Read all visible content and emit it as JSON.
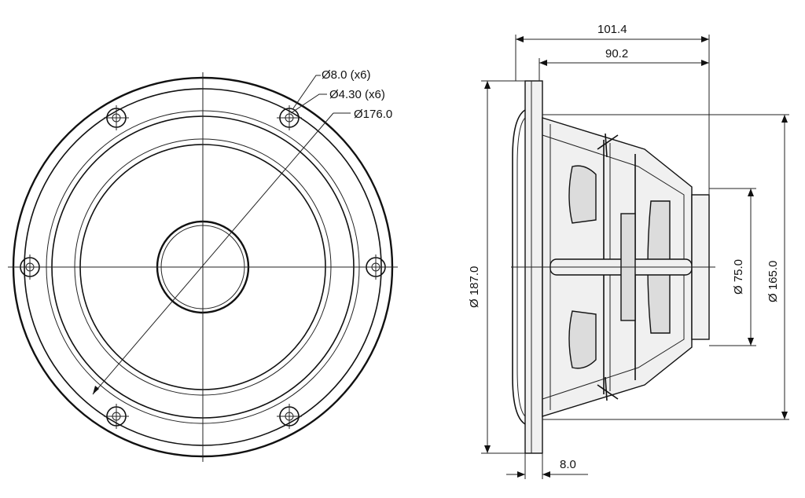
{
  "front_view": {
    "labels": {
      "mount_hole_outer": "Ø8.0 (x6)",
      "mount_hole_inner": "Ø4.30 (x6)",
      "bolt_circle": "Ø176.0"
    }
  },
  "side_view": {
    "labels": {
      "overall_depth": "101.4",
      "depth_behind_flange": "90.2",
      "flange_thickness": "8.0",
      "outer_diameter": "Ø 187.0",
      "magnet_diameter": "Ø 75.0",
      "frame_diameter": "Ø 165.0"
    }
  }
}
